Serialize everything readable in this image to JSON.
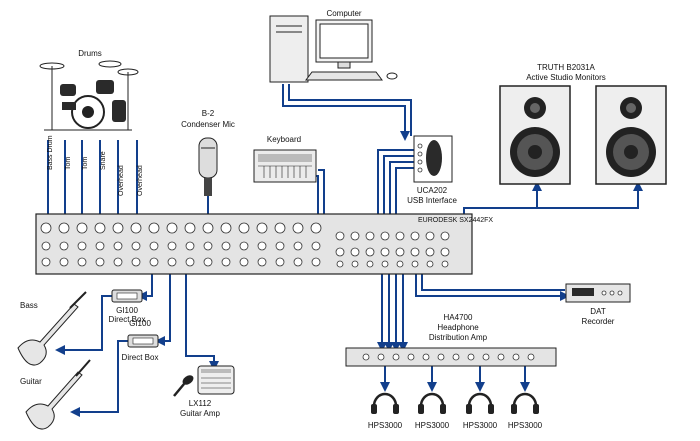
{
  "devices": {
    "drums": "Drums",
    "computer": "Computer",
    "monitors_line1": "TRUTH B2031A",
    "monitors_line2": "Active Studio Monitors",
    "mic_line1": "B-2",
    "mic_line2": "Condenser Mic",
    "keyboard": "Keyboard",
    "usb_line1": "UCA202",
    "usb_line2": "USB Interface",
    "bass": "Bass",
    "guitar": "Guitar",
    "di1_line1": "GI100",
    "di1_line2": "Direct Box",
    "di2_line1": "GI100",
    "di2_line2": "Direct Box",
    "amp_line1": "LX112",
    "amp_line2": "Guitar Amp",
    "dat_line1": "DAT",
    "dat_line2": "Recorder",
    "ha_line1": "HA4700",
    "ha_line2": "Headphone",
    "ha_line3": "Distribution Amp",
    "mixer_brand": "EURODESK  SX2442FX"
  },
  "drum_channels": [
    "Bass Drum",
    "Tom",
    "Tom",
    "Snare",
    "Overhead",
    "Overhead"
  ],
  "headphones": [
    "HPS3000",
    "HPS3000",
    "HPS3000",
    "HPS3000"
  ],
  "colors": {
    "cable": "#123f8c",
    "outline": "#333333"
  }
}
